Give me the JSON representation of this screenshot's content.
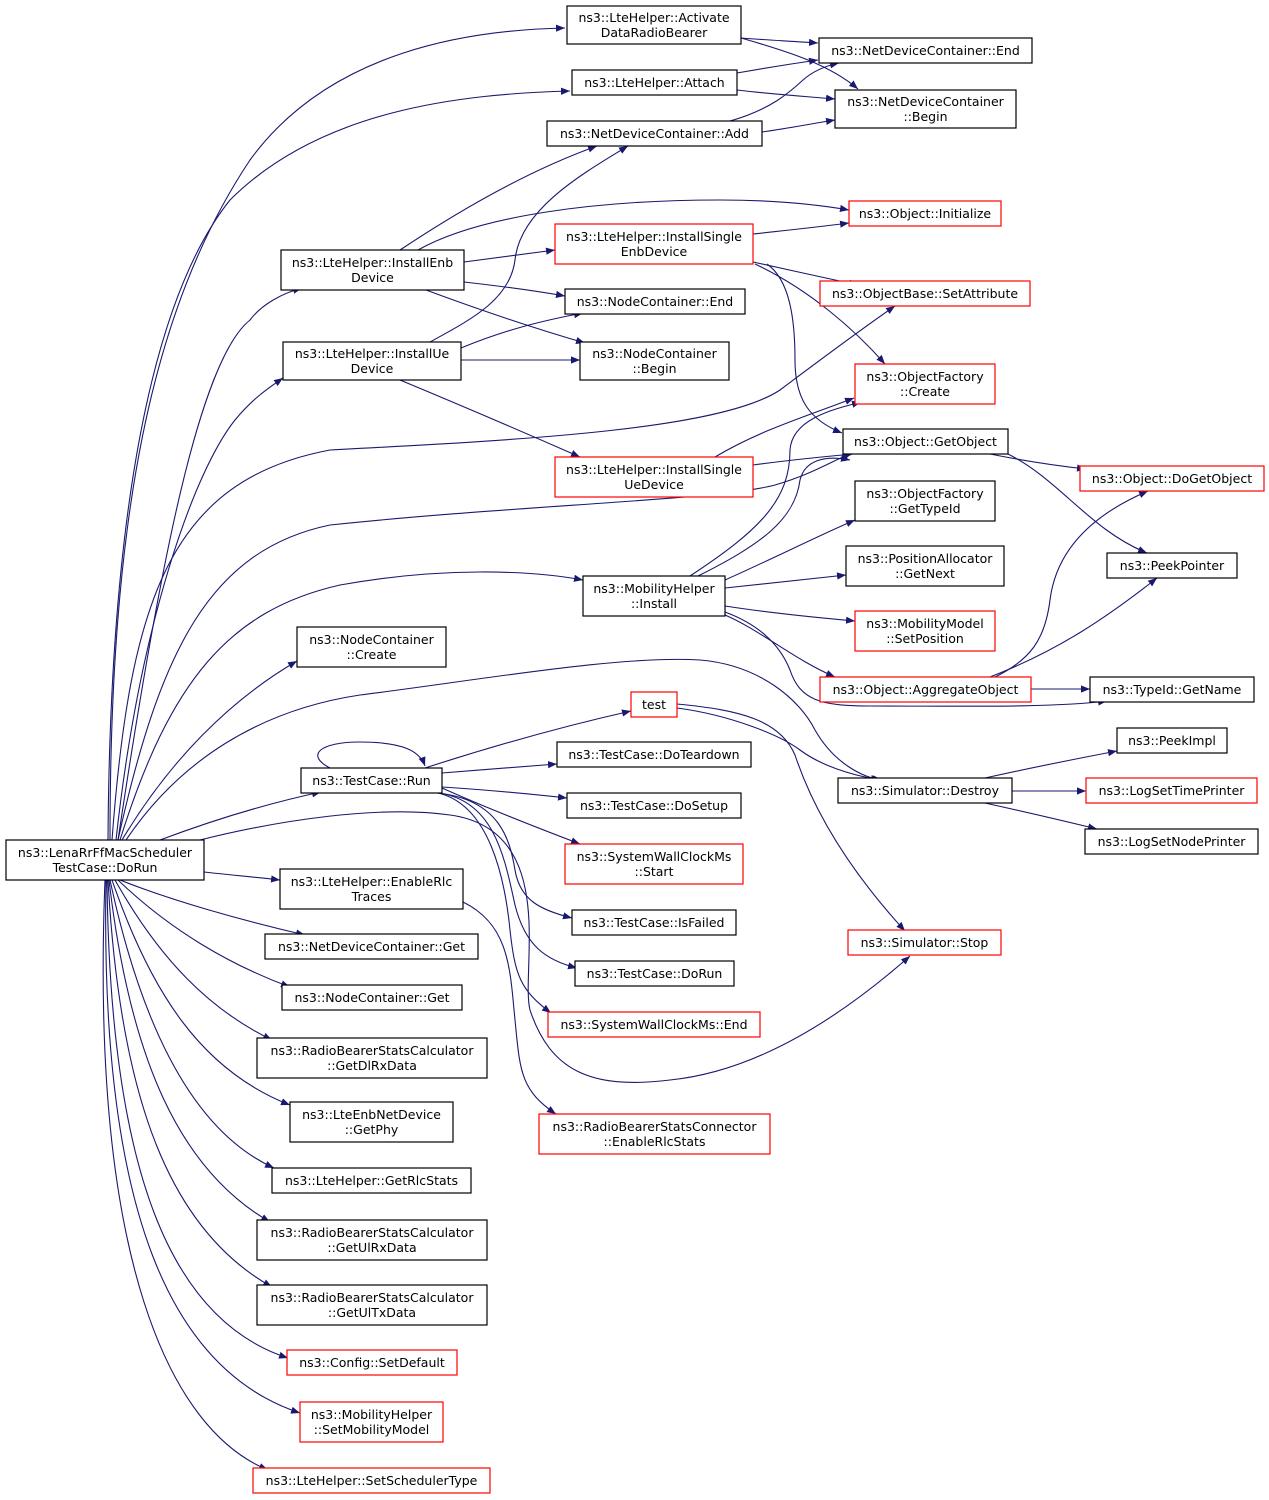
{
  "colors": {
    "edge": "#191970",
    "border_normal": "#000000",
    "border_truncated": "#ff0000",
    "root_fill": "#bfbfbf"
  },
  "nodes": [
    {
      "id": "root",
      "lines": [
        "ns3::LenaRrFfMacScheduler",
        "TestCase::DoRun"
      ],
      "style": "root"
    },
    {
      "id": "lte_activate",
      "lines": [
        "ns3::LteHelper::Activate",
        "DataRadioBearer"
      ],
      "style": "normal"
    },
    {
      "id": "ndc_end",
      "lines": [
        "ns3::NetDeviceContainer::End"
      ],
      "style": "normal"
    },
    {
      "id": "lte_attach",
      "lines": [
        "ns3::LteHelper::Attach"
      ],
      "style": "normal"
    },
    {
      "id": "ndc_begin",
      "lines": [
        "ns3::NetDeviceContainer",
        "::Begin"
      ],
      "style": "normal"
    },
    {
      "id": "ndc_add",
      "lines": [
        "ns3::NetDeviceContainer::Add"
      ],
      "style": "normal"
    },
    {
      "id": "obj_init",
      "lines": [
        "ns3::Object::Initialize"
      ],
      "style": "truncated"
    },
    {
      "id": "lte_single_enb",
      "lines": [
        "ns3::LteHelper::InstallSingle",
        "EnbDevice"
      ],
      "style": "truncated"
    },
    {
      "id": "lte_install_enb",
      "lines": [
        "ns3::LteHelper::InstallEnb",
        "Device"
      ],
      "style": "normal"
    },
    {
      "id": "nc_end",
      "lines": [
        "ns3::NodeContainer::End"
      ],
      "style": "normal"
    },
    {
      "id": "objbase_setattr",
      "lines": [
        "ns3::ObjectBase::SetAttribute"
      ],
      "style": "truncated"
    },
    {
      "id": "lte_install_ue",
      "lines": [
        "ns3::LteHelper::InstallUe",
        "Device"
      ],
      "style": "normal"
    },
    {
      "id": "nc_begin",
      "lines": [
        "ns3::NodeContainer",
        "::Begin"
      ],
      "style": "normal"
    },
    {
      "id": "of_create",
      "lines": [
        "ns3::ObjectFactory",
        "::Create"
      ],
      "style": "truncated"
    },
    {
      "id": "obj_getobject",
      "lines": [
        "ns3::Object::GetObject"
      ],
      "style": "normal"
    },
    {
      "id": "lte_single_ue",
      "lines": [
        "ns3::LteHelper::InstallSingle",
        "UeDevice"
      ],
      "style": "truncated"
    },
    {
      "id": "obj_dogetobject",
      "lines": [
        "ns3::Object::DoGetObject"
      ],
      "style": "truncated"
    },
    {
      "id": "of_gettypeid",
      "lines": [
        "ns3::ObjectFactory",
        "::GetTypeId"
      ],
      "style": "normal"
    },
    {
      "id": "peekpointer",
      "lines": [
        "ns3::PeekPointer"
      ],
      "style": "normal"
    },
    {
      "id": "posalloc_getnext",
      "lines": [
        "ns3::PositionAllocator",
        "::GetNext"
      ],
      "style": "normal"
    },
    {
      "id": "mobhelper_install",
      "lines": [
        "ns3::MobilityHelper",
        "::Install"
      ],
      "style": "normal"
    },
    {
      "id": "mobmodel_setpos",
      "lines": [
        "ns3::MobilityModel",
        "::SetPosition"
      ],
      "style": "truncated"
    },
    {
      "id": "nc_create",
      "lines": [
        "ns3::NodeContainer",
        "::Create"
      ],
      "style": "normal"
    },
    {
      "id": "obj_aggregate",
      "lines": [
        "ns3::Object::AggregateObject"
      ],
      "style": "truncated"
    },
    {
      "id": "typeid_getname",
      "lines": [
        "ns3::TypeId::GetName"
      ],
      "style": "normal"
    },
    {
      "id": "test",
      "lines": [
        "test"
      ],
      "style": "truncated"
    },
    {
      "id": "peekimpl",
      "lines": [
        "ns3::PeekImpl"
      ],
      "style": "normal"
    },
    {
      "id": "tc_doteardown",
      "lines": [
        "ns3::TestCase::DoTeardown"
      ],
      "style": "normal"
    },
    {
      "id": "tc_run",
      "lines": [
        "ns3::TestCase::Run"
      ],
      "style": "normal"
    },
    {
      "id": "sim_destroy",
      "lines": [
        "ns3::Simulator::Destroy"
      ],
      "style": "normal"
    },
    {
      "id": "logsettime",
      "lines": [
        "ns3::LogSetTimePrinter"
      ],
      "style": "truncated"
    },
    {
      "id": "tc_dosetup",
      "lines": [
        "ns3::TestCase::DoSetup"
      ],
      "style": "normal"
    },
    {
      "id": "logsetnode",
      "lines": [
        "ns3::LogSetNodePrinter"
      ],
      "style": "normal"
    },
    {
      "id": "swc_start",
      "lines": [
        "ns3::SystemWallClockMs",
        "::Start"
      ],
      "style": "truncated"
    },
    {
      "id": "lte_enable_rlc",
      "lines": [
        "ns3::LteHelper::EnableRlc",
        "Traces"
      ],
      "style": "normal"
    },
    {
      "id": "tc_isfailed",
      "lines": [
        "ns3::TestCase::IsFailed"
      ],
      "style": "normal"
    },
    {
      "id": "ndc_get",
      "lines": [
        "ns3::NetDeviceContainer::Get"
      ],
      "style": "normal"
    },
    {
      "id": "sim_stop",
      "lines": [
        "ns3::Simulator::Stop"
      ],
      "style": "truncated"
    },
    {
      "id": "tc_dorun",
      "lines": [
        "ns3::TestCase::DoRun"
      ],
      "style": "normal"
    },
    {
      "id": "nc_get",
      "lines": [
        "ns3::NodeContainer::Get"
      ],
      "style": "normal"
    },
    {
      "id": "swc_end",
      "lines": [
        "ns3::SystemWallClockMs::End"
      ],
      "style": "truncated"
    },
    {
      "id": "rbsc_getdlrx",
      "lines": [
        "ns3::RadioBearerStatsCalculator",
        "::GetDlRxData"
      ],
      "style": "normal"
    },
    {
      "id": "lteenb_getphy",
      "lines": [
        "ns3::LteEnbNetDevice",
        "::GetPhy"
      ],
      "style": "normal"
    },
    {
      "id": "rbsconn_enable",
      "lines": [
        "ns3::RadioBearerStatsConnector",
        "::EnableRlcStats"
      ],
      "style": "truncated"
    },
    {
      "id": "lte_getrlcstats",
      "lines": [
        "ns3::LteHelper::GetRlcStats"
      ],
      "style": "normal"
    },
    {
      "id": "rbsc_getulrx",
      "lines": [
        "ns3::RadioBearerStatsCalculator",
        "::GetUlRxData"
      ],
      "style": "normal"
    },
    {
      "id": "rbsc_getultx",
      "lines": [
        "ns3::RadioBearerStatsCalculator",
        "::GetUlTxData"
      ],
      "style": "normal"
    },
    {
      "id": "config_setdefault",
      "lines": [
        "ns3::Config::SetDefault"
      ],
      "style": "truncated"
    },
    {
      "id": "mobhelper_setmodel",
      "lines": [
        "ns3::MobilityHelper",
        "::SetMobilityModel"
      ],
      "style": "truncated"
    },
    {
      "id": "lte_setsched",
      "lines": [
        "ns3::LteHelper::SetSchedulerType"
      ],
      "style": "truncated"
    }
  ],
  "edges": [
    [
      "root",
      "lte_activate"
    ],
    [
      "root",
      "lte_attach"
    ],
    [
      "root",
      "lte_install_enb"
    ],
    [
      "root",
      "lte_install_ue"
    ],
    [
      "root",
      "objbase_setattr"
    ],
    [
      "root",
      "obj_getobject"
    ],
    [
      "root",
      "mobhelper_install"
    ],
    [
      "root",
      "nc_create"
    ],
    [
      "root",
      "sim_destroy"
    ],
    [
      "root",
      "tc_run"
    ],
    [
      "root",
      "lte_enable_rlc"
    ],
    [
      "root",
      "ndc_get"
    ],
    [
      "root",
      "nc_get"
    ],
    [
      "root",
      "rbsc_getdlrx"
    ],
    [
      "root",
      "lteenb_getphy"
    ],
    [
      "root",
      "lte_getrlcstats"
    ],
    [
      "root",
      "rbsc_getulrx"
    ],
    [
      "root",
      "rbsc_getultx"
    ],
    [
      "root",
      "config_setdefault"
    ],
    [
      "root",
      "mobhelper_setmodel"
    ],
    [
      "root",
      "lte_setsched"
    ],
    [
      "root",
      "sim_stop"
    ],
    [
      "lte_activate",
      "ndc_end"
    ],
    [
      "lte_activate",
      "ndc_begin"
    ],
    [
      "lte_attach",
      "ndc_end"
    ],
    [
      "lte_attach",
      "ndc_begin"
    ],
    [
      "ndc_add",
      "ndc_end"
    ],
    [
      "ndc_add",
      "ndc_begin"
    ],
    [
      "lte_install_enb",
      "ndc_add"
    ],
    [
      "lte_install_enb",
      "obj_init"
    ],
    [
      "lte_install_enb",
      "lte_single_enb"
    ],
    [
      "lte_install_enb",
      "nc_end"
    ],
    [
      "lte_install_enb",
      "nc_begin"
    ],
    [
      "lte_install_ue",
      "ndc_add"
    ],
    [
      "lte_install_ue",
      "nc_end"
    ],
    [
      "lte_install_ue",
      "nc_begin"
    ],
    [
      "lte_install_ue",
      "lte_single_ue"
    ],
    [
      "lte_single_enb",
      "obj_init"
    ],
    [
      "lte_single_enb",
      "objbase_setattr"
    ],
    [
      "lte_single_enb",
      "of_create"
    ],
    [
      "lte_single_enb",
      "obj_getobject"
    ],
    [
      "lte_single_ue",
      "of_create"
    ],
    [
      "lte_single_ue",
      "obj_getobject"
    ],
    [
      "obj_getobject",
      "obj_dogetobject"
    ],
    [
      "obj_getobject",
      "peekpointer"
    ],
    [
      "mobhelper_install",
      "of_create"
    ],
    [
      "mobhelper_install",
      "obj_getobject"
    ],
    [
      "mobhelper_install",
      "of_gettypeid"
    ],
    [
      "mobhelper_install",
      "posalloc_getnext"
    ],
    [
      "mobhelper_install",
      "mobmodel_setpos"
    ],
    [
      "mobhelper_install",
      "obj_aggregate"
    ],
    [
      "mobhelper_install",
      "typeid_getname"
    ],
    [
      "obj_aggregate",
      "obj_dogetobject"
    ],
    [
      "obj_aggregate",
      "peekpointer"
    ],
    [
      "obj_aggregate",
      "typeid_getname"
    ],
    [
      "tc_run",
      "tc_run"
    ],
    [
      "tc_run",
      "test"
    ],
    [
      "tc_run",
      "tc_doteardown"
    ],
    [
      "tc_run",
      "tc_dosetup"
    ],
    [
      "tc_run",
      "swc_start"
    ],
    [
      "tc_run",
      "tc_isfailed"
    ],
    [
      "tc_run",
      "tc_dorun"
    ],
    [
      "tc_run",
      "swc_end"
    ],
    [
      "test",
      "sim_destroy"
    ],
    [
      "test",
      "sim_stop"
    ],
    [
      "sim_destroy",
      "peekimpl"
    ],
    [
      "sim_destroy",
      "logsettime"
    ],
    [
      "sim_destroy",
      "logsetnode"
    ],
    [
      "lte_enable_rlc",
      "rbsconn_enable"
    ]
  ]
}
